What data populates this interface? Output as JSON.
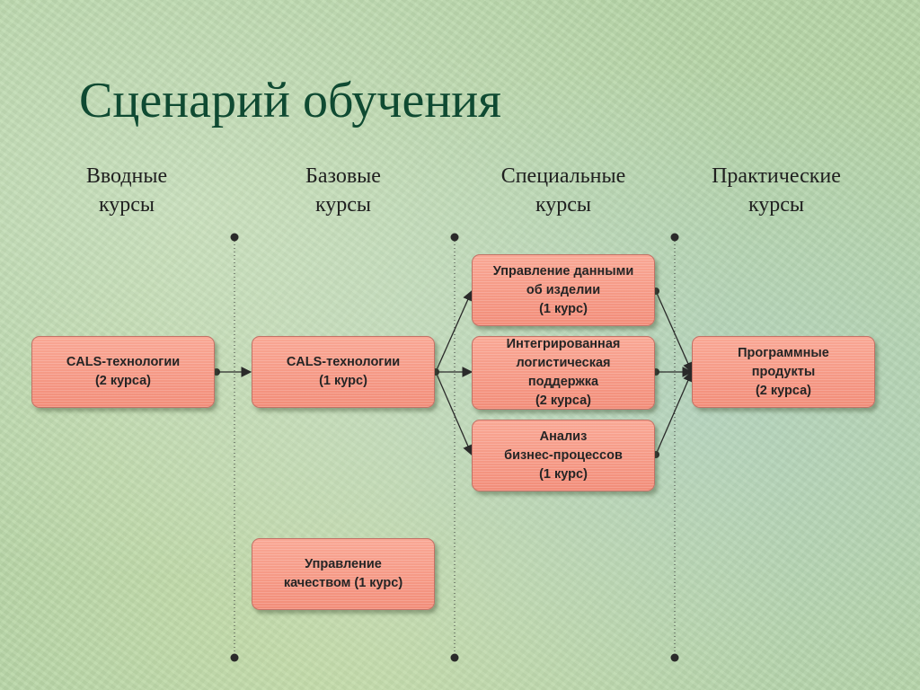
{
  "title": "Сценарий обучения",
  "columns": [
    {
      "line1": "Вводные",
      "line2": "курсы"
    },
    {
      "line1": "Базовые",
      "line2": "курсы"
    },
    {
      "line1": "Специальные",
      "line2": "курсы"
    },
    {
      "line1": "Практические",
      "line2": "курсы"
    }
  ],
  "boxes": {
    "intro_cals": {
      "l1": "CALS-технологии",
      "l2": "(2 курса)"
    },
    "base_cals": {
      "l1": "CALS-технологии",
      "l2": "(1 курс)"
    },
    "quality": {
      "l1": "Управление",
      "l2": "качеством (1 курс)"
    },
    "pdm": {
      "l1": "Управление данными",
      "l2": "об изделии",
      "l3": "(1 курс)"
    },
    "ils": {
      "l1": "Интегрированная",
      "l2": "логистическая",
      "l3": "поддержка",
      "l4": "(2 курса)"
    },
    "bpa": {
      "l1": "Анализ",
      "l2": "бизнес-процессов",
      "l3": "(1 курс)"
    },
    "software": {
      "l1": "Программные",
      "l2": "продукты",
      "l3": "(2 курса)"
    }
  },
  "colors": {
    "title": "#0f4a32",
    "box_fill": "#f49a86",
    "box_border": "#c27266",
    "connector": "#2a2a2a"
  }
}
